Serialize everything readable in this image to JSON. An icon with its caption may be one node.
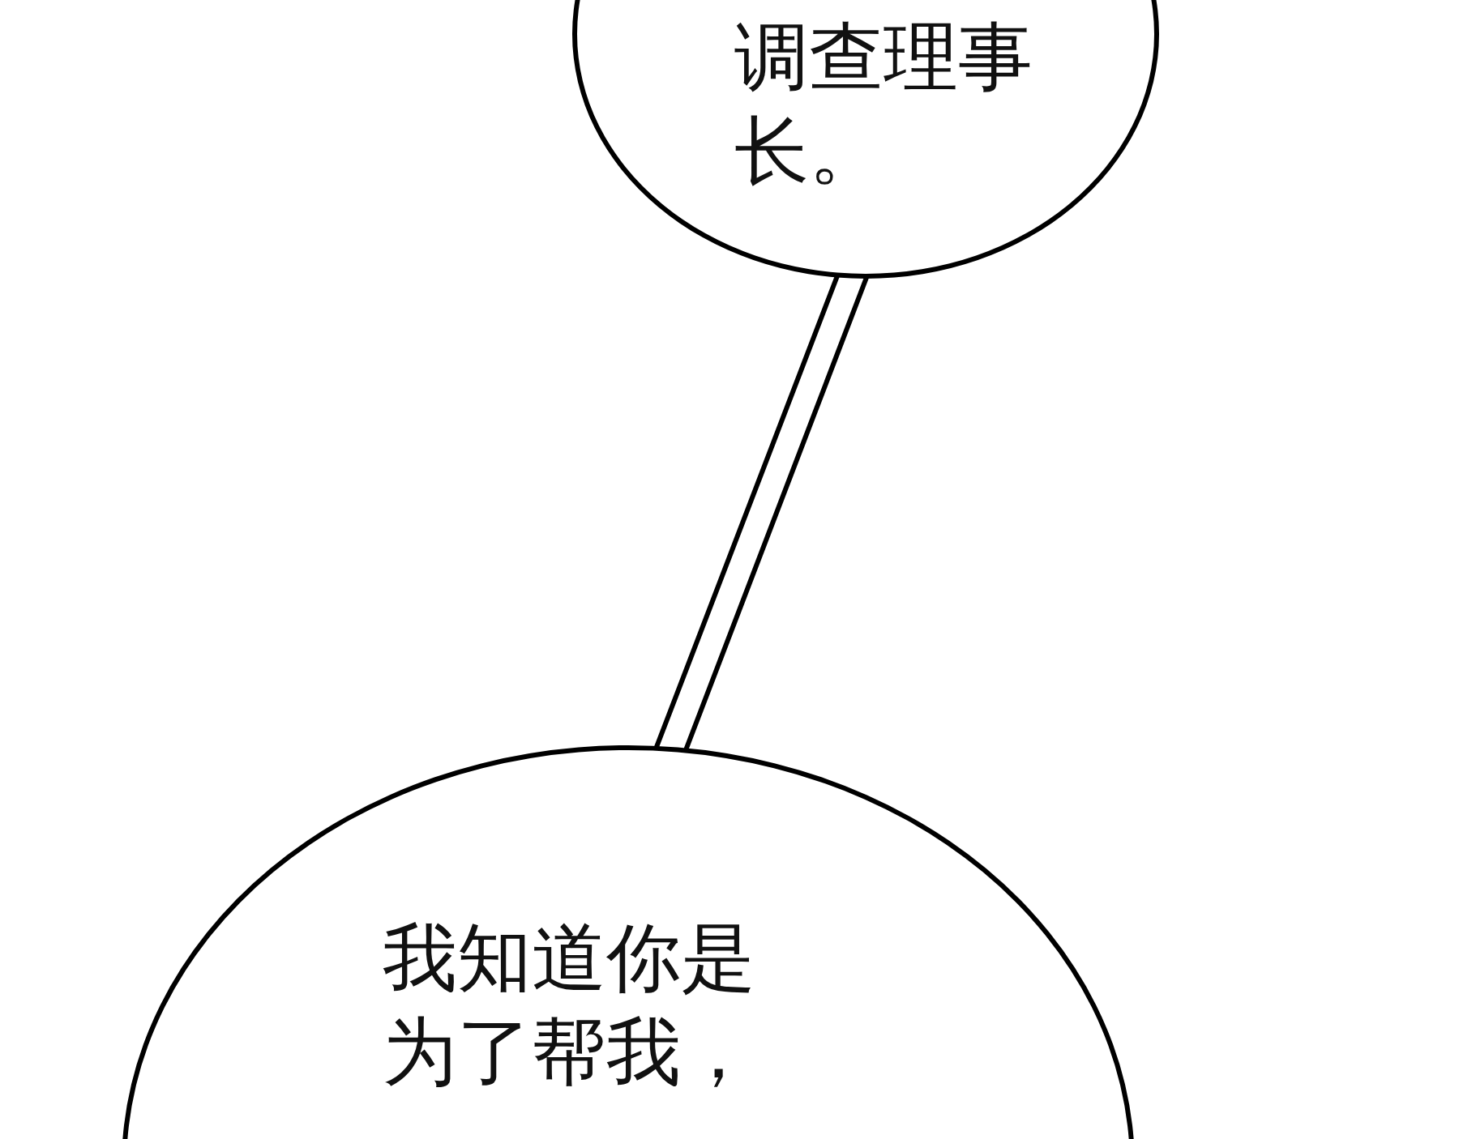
{
  "diagram": {
    "nodes": [
      {
        "text": [
          "调查理事长。"
        ]
      },
      {
        "text": [
          "我知道你是为了帮我，"
        ]
      }
    ],
    "edges": [
      {
        "from": 0,
        "to": 1,
        "arrow": "none"
      }
    ]
  }
}
